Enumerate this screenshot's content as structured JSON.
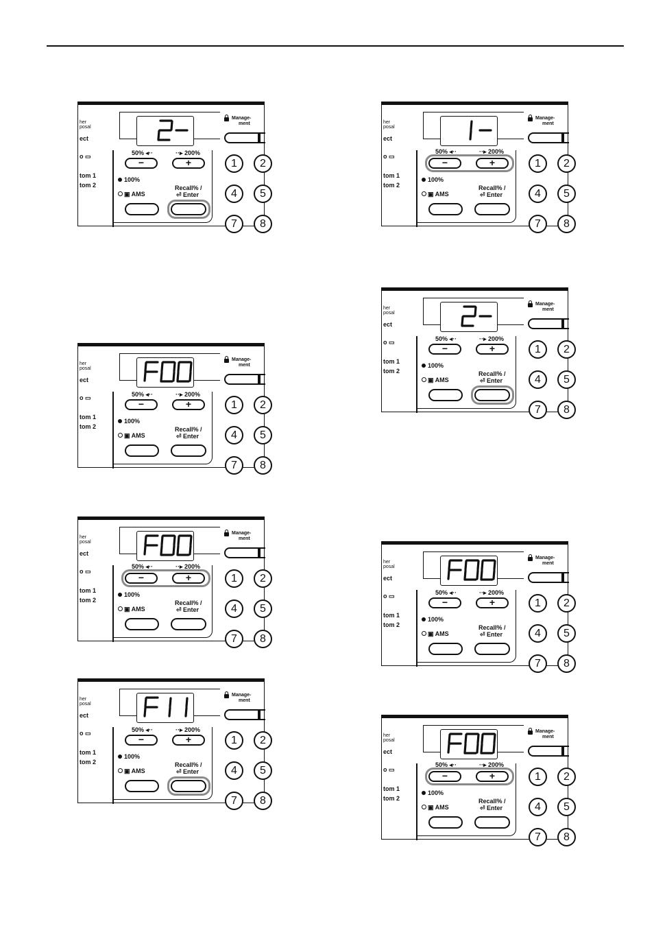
{
  "panel_labels": {
    "left_text": [
      "her",
      "posal",
      "ect",
      "o",
      "tom 1",
      "tom 2"
    ],
    "management": "Manage-",
    "management2": "ment",
    "zoom_down": "50%",
    "zoom_up": "200%",
    "hundred": "100%",
    "ams": "AMS",
    "recall": "Recall% /",
    "enter": "Enter",
    "minus_symbol": "−",
    "plus_symbol": "+",
    "keys": [
      "1",
      "2",
      "4",
      "5",
      "7",
      "8"
    ]
  },
  "panels": [
    {
      "id": "left-1",
      "display": "2-",
      "highlight": "enter"
    },
    {
      "id": "left-2",
      "display": "F00",
      "highlight": "none"
    },
    {
      "id": "left-3",
      "display": "F00",
      "highlight": "zoom"
    },
    {
      "id": "left-4",
      "display": "F11",
      "highlight": "enter"
    },
    {
      "id": "right-1",
      "display": "1-",
      "highlight": "zoom"
    },
    {
      "id": "right-2",
      "display": "2-",
      "highlight": "enter"
    },
    {
      "id": "right-3",
      "display": "F00",
      "highlight": "none"
    },
    {
      "id": "right-4",
      "display": "F00",
      "highlight": "zoom"
    }
  ]
}
